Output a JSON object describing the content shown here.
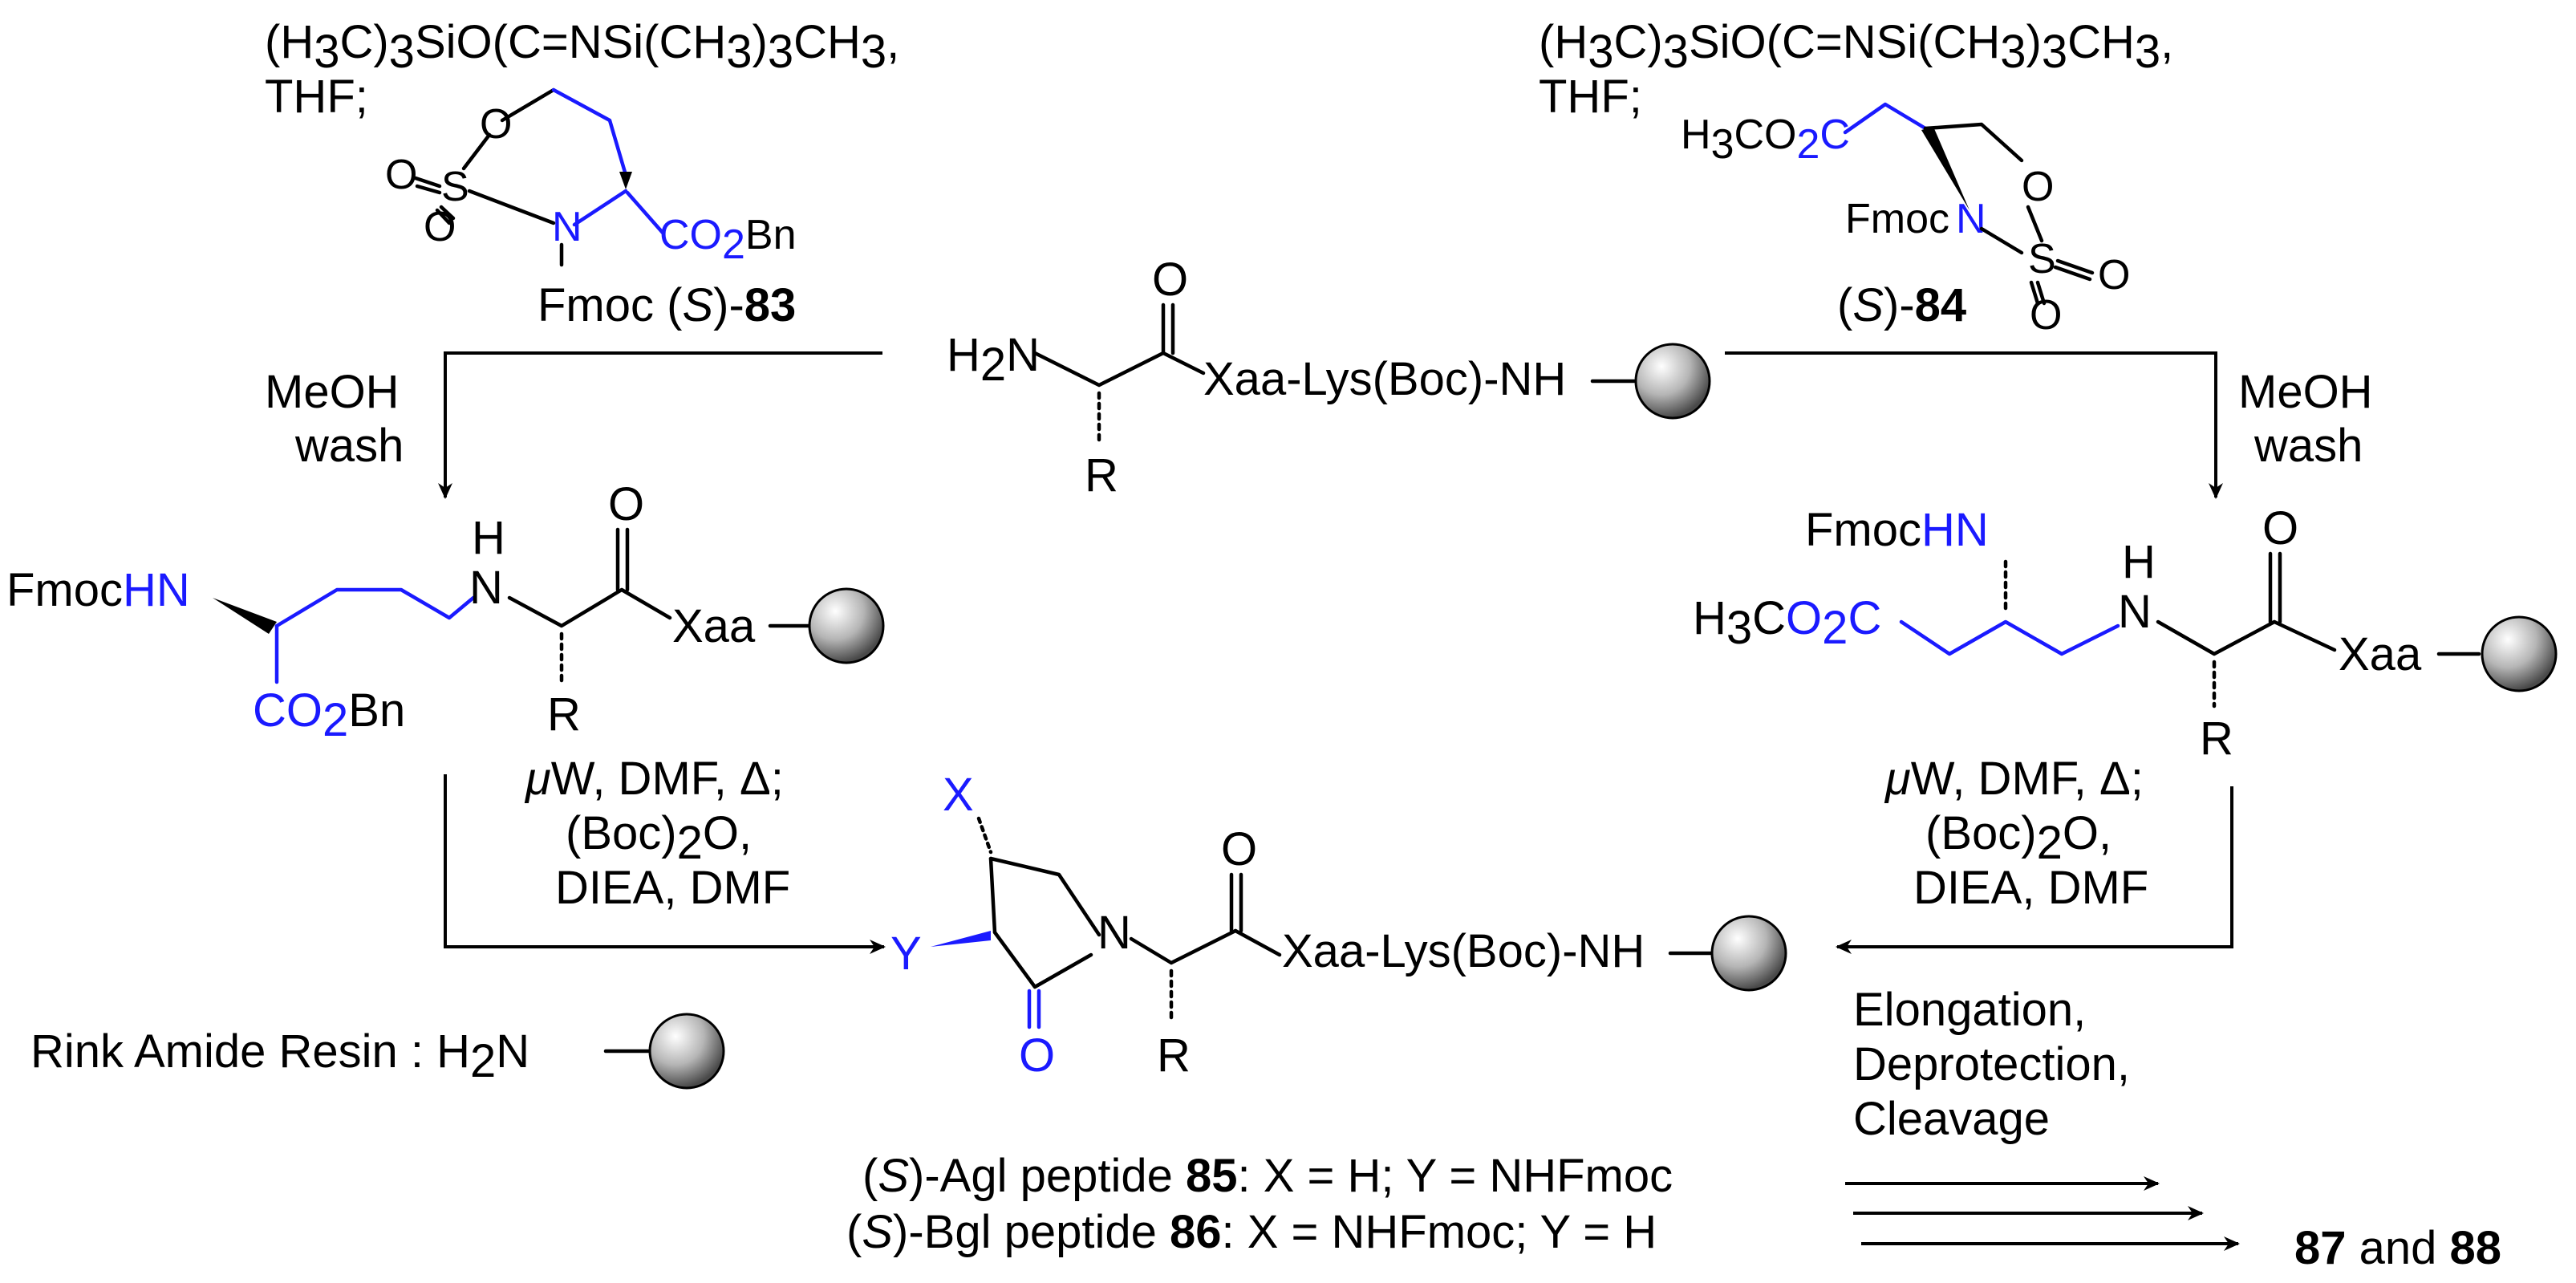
{
  "reagents": {
    "silyl_line1": "(H3C)3SiO(C=NSi(CH3)3CH3,",
    "thf": "THF;",
    "compound_83_label": "Fmoc (S)-83",
    "compound_84_label": "(S)-84",
    "methanol": "MeOH",
    "wash": "wash",
    "microwave_line1": "μW, DMF, Δ;",
    "microwave_line2": "(Boc)2O,",
    "microwave_line3": "DIEA, DMF",
    "elongation": "Elongation,",
    "deprotection": "Deprotection,",
    "cleavage": "Cleavage"
  },
  "labels": {
    "start_peptide": "Xaa-Lys(Boc)-NH",
    "h2n": "H2N",
    "fmoc_hn": "FmocHN",
    "xaa": "Xaa",
    "r": "R",
    "co2bn": "CO2Bn",
    "h3cco2c": "H3CO2C",
    "product_peptide": "Xaa-Lys(Boc)-NH",
    "x": "X",
    "y": "Y",
    "rink_resin": "Rink Amide Resin : H2N",
    "agl": "(S)-Agl peptide 85: X = H; Y = NHFmoc",
    "bgl": "(S)-Bgl peptide 86: X = NHFmoc; Y = H",
    "final": "87 and 88"
  },
  "colors": {
    "blue": "#1a1aff",
    "black": "#000000"
  }
}
